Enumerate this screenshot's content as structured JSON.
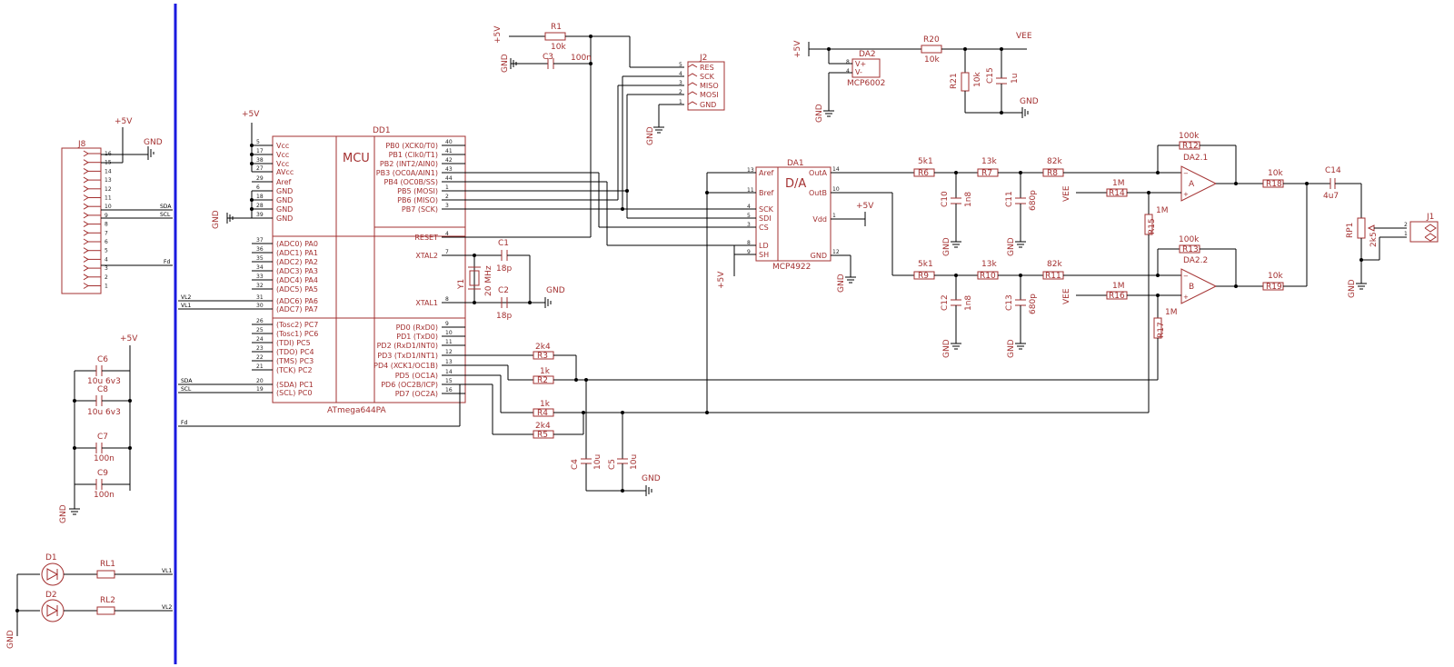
{
  "rails": {
    "p5v": "+5V",
    "gnd": "GND",
    "vee": "VEE"
  },
  "nets": {
    "sda": "SDA",
    "scl": "SCL",
    "fd": "Fd",
    "vl1": "VL1",
    "vl2": "VL2"
  },
  "mcu": {
    "ref": "DD1",
    "type": "ATmega644PA",
    "title": "MCU",
    "left_pins": [
      {
        "num": "5",
        "name": "Vcc"
      },
      {
        "num": "17",
        "name": "Vcc"
      },
      {
        "num": "38",
        "name": "Vcc"
      },
      {
        "num": "27",
        "name": "AVcc"
      },
      {
        "num": "29",
        "name": "Aref"
      },
      {
        "num": "6",
        "name": "GND"
      },
      {
        "num": "18",
        "name": "GND"
      },
      {
        "num": "28",
        "name": "GND"
      },
      {
        "num": "39",
        "name": "GND"
      },
      {
        "num": "37",
        "name": "(ADC0) PA0"
      },
      {
        "num": "36",
        "name": "(ADC1) PA1"
      },
      {
        "num": "35",
        "name": "(ADC2) PA2"
      },
      {
        "num": "34",
        "name": "(ADC3) PA3"
      },
      {
        "num": "33",
        "name": "(ADC4) PA4"
      },
      {
        "num": "32",
        "name": "(ADC5) PA5"
      },
      {
        "num": "31",
        "name": "(ADC6) PA6"
      },
      {
        "num": "30",
        "name": "(ADC7) PA7"
      },
      {
        "num": "26",
        "name": "(Tosc2) PC7"
      },
      {
        "num": "25",
        "name": "(Tosc1) PC6"
      },
      {
        "num": "24",
        "name": "(TDI) PC5"
      },
      {
        "num": "23",
        "name": "(TDO) PC4"
      },
      {
        "num": "22",
        "name": "(TMS) PC3"
      },
      {
        "num": "21",
        "name": "(TCK) PC2"
      },
      {
        "num": "20",
        "name": "(SDA) PC1"
      },
      {
        "num": "19",
        "name": "(SCL) PC0"
      }
    ],
    "right_pins": [
      {
        "num": "40",
        "name": "PB0 (XCK0/T0)"
      },
      {
        "num": "41",
        "name": "PB1 (Clk0/T1)"
      },
      {
        "num": "42",
        "name": "PB2 (INT2/AIN0)"
      },
      {
        "num": "43",
        "name": "PB3 (OC0A/AIN1)"
      },
      {
        "num": "44",
        "name": "PB4 (OC0B/SS)"
      },
      {
        "num": "1",
        "name": "PB5 (MOSI)"
      },
      {
        "num": "2",
        "name": "PB6 (MISO)"
      },
      {
        "num": "3",
        "name": "PB7 (SCK)"
      },
      {
        "num": "4",
        "name": "RESET"
      },
      {
        "num": "7",
        "name": "XTAL2"
      },
      {
        "num": "8",
        "name": "XTAL1"
      },
      {
        "num": "9",
        "name": "PD0 (RxD0)"
      },
      {
        "num": "10",
        "name": "PD1 (TxD0)"
      },
      {
        "num": "11",
        "name": "PD2 (RxD1/INT0)"
      },
      {
        "num": "12",
        "name": "PD3 (TxD1/INT1)"
      },
      {
        "num": "13",
        "name": "PD4 (XCK1/OC1B)"
      },
      {
        "num": "14",
        "name": "PD5 (OC1A)"
      },
      {
        "num": "15",
        "name": "PD6 (OC2B/ICP)"
      },
      {
        "num": "16",
        "name": "PD7 (OC2A)"
      }
    ]
  },
  "dac": {
    "ref": "DA1",
    "type": "MCP4922",
    "title": "D/A",
    "left_pins": [
      {
        "num": "13",
        "name": "Aref"
      },
      {
        "num": "11",
        "name": "Bref"
      },
      {
        "num": "4",
        "name": "SCK"
      },
      {
        "num": "5",
        "name": "SDI"
      },
      {
        "num": "3",
        "name": "CS"
      },
      {
        "num": "8",
        "name": "LD"
      },
      {
        "num": "9",
        "name": "SH"
      }
    ],
    "right_pins": [
      {
        "num": "14",
        "name": "OutA"
      },
      {
        "num": "10",
        "name": "OutB"
      },
      {
        "num": "1",
        "name": "Vdd"
      },
      {
        "num": "12",
        "name": "GND"
      }
    ]
  },
  "j2": {
    "ref": "J2",
    "pins": [
      {
        "num": "5",
        "name": "RES"
      },
      {
        "num": "4",
        "name": "SCK"
      },
      {
        "num": "3",
        "name": "MISO"
      },
      {
        "num": "2",
        "name": "MOSI"
      },
      {
        "num": "1",
        "name": "GND"
      }
    ]
  },
  "j8": {
    "ref": "J8",
    "pins": [
      "16",
      "15",
      "14",
      "13",
      "12",
      "11",
      "10",
      "9",
      "8",
      "7",
      "6",
      "5",
      "4",
      "3",
      "2",
      "1"
    ]
  },
  "j1": {
    "ref": "J1",
    "pins": [
      "2",
      "1"
    ]
  },
  "da2": {
    "ref": "DA2",
    "type": "MCP6002",
    "pins": [
      {
        "num": "8",
        "name": "V+"
      },
      {
        "num": "4",
        "name": "V-"
      }
    ]
  },
  "opamps": [
    {
      "ref": "DA2.1",
      "letter": "A"
    },
    {
      "ref": "DA2.2",
      "letter": "B"
    }
  ],
  "crystal": {
    "ref": "Y1",
    "value": "20 MHz"
  },
  "resistors": [
    {
      "ref": "R1",
      "value": "10k"
    },
    {
      "ref": "R20",
      "value": "10k"
    },
    {
      "ref": "R21",
      "value": "10k"
    },
    {
      "ref": "R3",
      "value": "2k4"
    },
    {
      "ref": "R2",
      "value": "1k"
    },
    {
      "ref": "R4",
      "value": "1k"
    },
    {
      "ref": "R5",
      "value": "2k4"
    },
    {
      "ref": "R6",
      "value": "5k1"
    },
    {
      "ref": "R7",
      "value": "13k"
    },
    {
      "ref": "R8",
      "value": "82k"
    },
    {
      "ref": "R9",
      "value": "5k1"
    },
    {
      "ref": "R10",
      "value": "13k"
    },
    {
      "ref": "R11",
      "value": "82k"
    },
    {
      "ref": "R12",
      "value": "100k"
    },
    {
      "ref": "R13",
      "value": "100k"
    },
    {
      "ref": "R14",
      "value": "1M"
    },
    {
      "ref": "R15",
      "value": "1M"
    },
    {
      "ref": "R16",
      "value": "1M"
    },
    {
      "ref": "R17",
      "value": "1M"
    },
    {
      "ref": "R18",
      "value": "10k"
    },
    {
      "ref": "R19",
      "value": "10k"
    },
    {
      "ref": "RP1",
      "value": "2k5"
    },
    {
      "ref": "RL1",
      "value": ""
    },
    {
      "ref": "RL2",
      "value": ""
    }
  ],
  "capacitors": [
    {
      "ref": "C3",
      "value": "100n"
    },
    {
      "ref": "C15",
      "value": "1u"
    },
    {
      "ref": "C1",
      "value": "18p"
    },
    {
      "ref": "C2",
      "value": "18p"
    },
    {
      "ref": "C4",
      "value": "10u"
    },
    {
      "ref": "C5",
      "value": "10u"
    },
    {
      "ref": "C10",
      "value": "1n8"
    },
    {
      "ref": "C11",
      "value": "680p"
    },
    {
      "ref": "C12",
      "value": "1n8"
    },
    {
      "ref": "C13",
      "value": "680p"
    },
    {
      "ref": "C14",
      "value": "4u7"
    },
    {
      "ref": "C6",
      "value": "10u 6v3"
    },
    {
      "ref": "C8",
      "value": "10u 6v3"
    },
    {
      "ref": "C7",
      "value": "100n"
    },
    {
      "ref": "C9",
      "value": "100n"
    }
  ],
  "diodes": [
    {
      "ref": "D1"
    },
    {
      "ref": "D2"
    }
  ],
  "colors": {
    "part": "#a33030",
    "wire": "#000000",
    "bus": "#1a1adf",
    "background": "#ffffff"
  }
}
